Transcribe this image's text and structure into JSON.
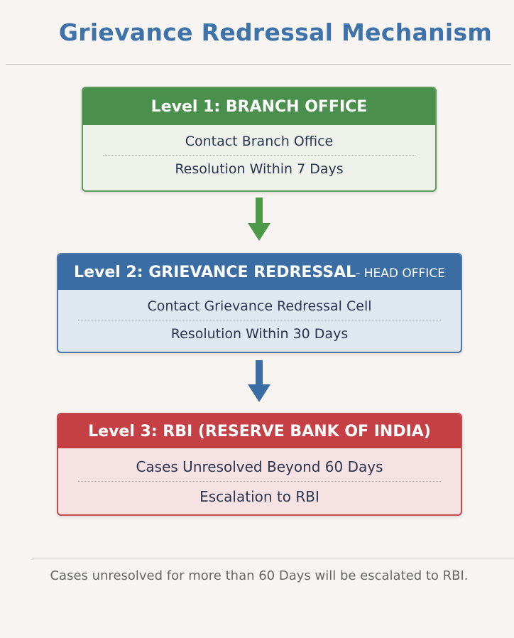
{
  "title": "Grievance Redressal Mechanism",
  "levels": [
    {
      "heading": "Level 1: BRANCH OFFICE",
      "items": [
        "Contact Branch Office",
        "Resolution Within 7 Days"
      ],
      "color": "#4a8f4c"
    },
    {
      "heading": "Level 2: GRIEVANCE REDRESSAL",
      "subheading": "- HEAD OFFICE",
      "items": [
        "Contact Grievance Redressal Cell",
        "Resolution Within 30 Days"
      ],
      "color": "#3a6da3"
    },
    {
      "heading": "Level 3: RBI (RESERVE BANK OF INDIA)",
      "items": [
        "Cases Unresolved Beyond 60 Days",
        "Escalation to RBI"
      ],
      "color": "#c54045"
    }
  ],
  "footer": "Cases unresolved for more than 60 Days will be escalated to RBI."
}
